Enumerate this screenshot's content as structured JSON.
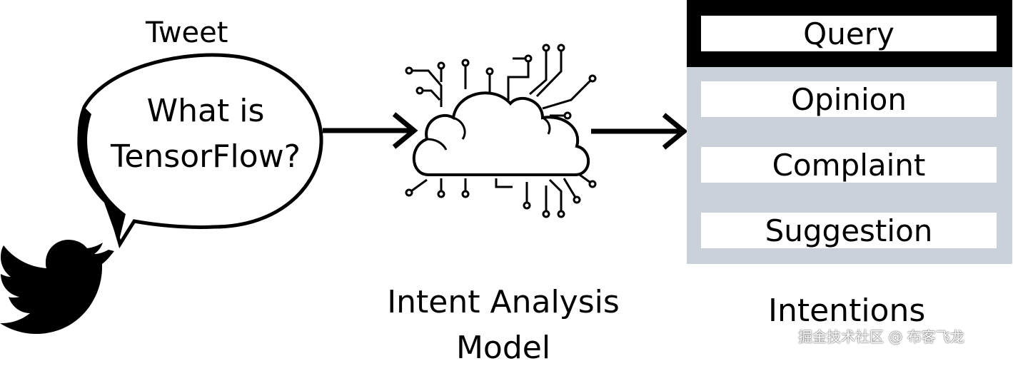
{
  "tweet": {
    "title": "Tweet",
    "bubble_line1": "What is",
    "bubble_line2": "TensorFlow?"
  },
  "model": {
    "label_line1": "Intent Analysis",
    "label_line2": "Model"
  },
  "intentions": {
    "label": "Intentions",
    "items": [
      "Query",
      "Opinion",
      "Complaint",
      "Suggestion"
    ]
  },
  "watermark": "掘金技术社区 @ 布客飞龙",
  "icons": {
    "bird": "twitter-bird-icon",
    "cloud": "cloud-circuit-icon",
    "arrow": "right-arrow-icon"
  },
  "colors": {
    "panel_background": "#cbd1d8",
    "panel_header": "#000000",
    "box_fill": "#ffffff",
    "stroke": "#000000"
  }
}
